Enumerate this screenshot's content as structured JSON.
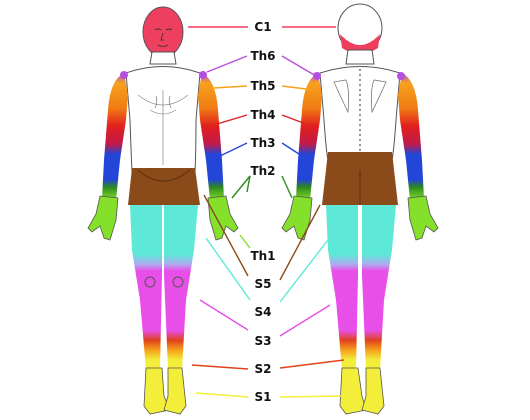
{
  "labels": {
    "c1": "C1",
    "th6": "Th6",
    "th5": "Th5",
    "th4": "Th4",
    "th3": "Th3",
    "th2": "Th2",
    "th1": "Th1",
    "s5": "S5",
    "s4": "S4",
    "s3": "S3",
    "s2": "S2",
    "s1": "S1"
  },
  "colors": {
    "c1": "#ef3f5f",
    "th6": "#b54fe0",
    "th5": "#f7a21c",
    "th4": "#e11f1f",
    "th3": "#2346d8",
    "th2": "#2f8a1e",
    "th1": "#84e02a",
    "s5": "#8b4a19",
    "s4": "#5de8d8",
    "s3": "#e84ee8",
    "s2": "#e0421c",
    "s1": "#f2ee3a"
  }
}
